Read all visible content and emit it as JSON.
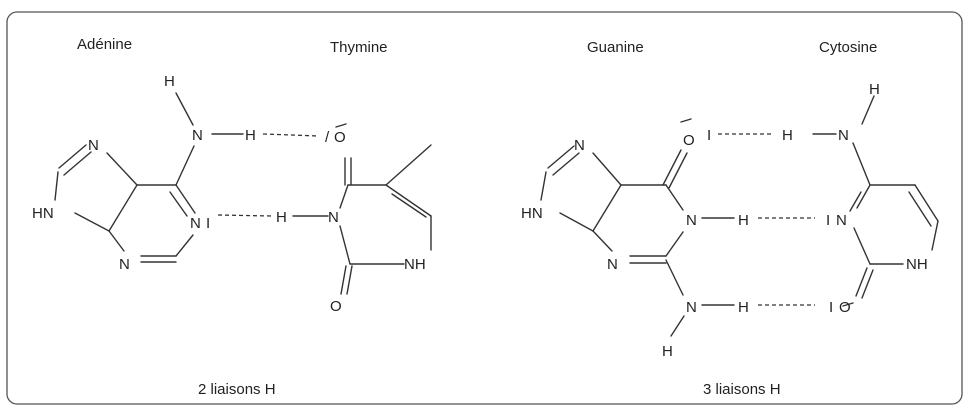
{
  "names": {
    "adenine": "Adénine",
    "thymine": "Thymine",
    "guanine": "Guanine",
    "cytosine": "Cytosine"
  },
  "captions": {
    "at": "2 liaisons H",
    "gc": "3 liaisons H"
  },
  "atoms": {
    "a_h_top": "H",
    "a_n_amine": "N",
    "a_h_amine": "H",
    "a_n7": "N",
    "a_nh9": "HN",
    "a_n3": "N",
    "a_n1": "N",
    "a_lp1": "I",
    "a_h_thy": "H",
    "t_o4": "O",
    "t_lp4": "/",
    "t_n3": "N",
    "t_nh1": "NH",
    "t_o2": "O",
    "g_n7": "N",
    "g_nh9": "HN",
    "g_n3": "N",
    "g_o6": "O",
    "g_lp6": "I",
    "g_n1": "N",
    "g_h1": "H",
    "g_n_amine": "N",
    "g_h_amine1": "H",
    "g_h_amine2": "H",
    "c_h_top": "H",
    "c_h_amine": "H",
    "c_n_amine": "N",
    "c_n3": "N",
    "c_lp3": "I",
    "c_nh1": "NH",
    "c_o2": "O",
    "c_lp2": "I"
  }
}
